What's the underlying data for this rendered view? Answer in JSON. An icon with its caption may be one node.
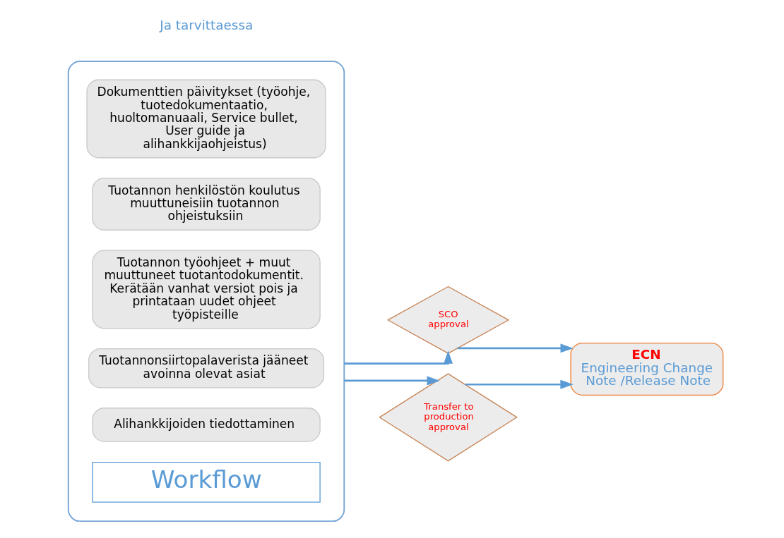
{
  "diagram": {
    "nodes": [
      {
        "text": [],
        "shape": "box"
      },
      {
        "text": [
          "Dokumenttien päivitykset (työohje, tuotedokumentaatio, huoltomanuaali, Service bullet, User guide ja alihankkijaohjeistus)"
        ],
        "in": 0
      },
      {
        "text": [
          "Tuotannon henkilöstön koulutus muuttuneisiin tuotannon ohjeistuksiin"
        ],
        "in": 0
      },
      {
        "text": [
          "Tuotannon työohjeet + muut muuttuneet tuotantodokumentit. Kerätään vanhat versiot pois ja printataan uudet ohjeet työpisteille"
        ],
        "in": 0
      },
      {
        "text": [
          "Tuotannonsiirtopalaverista jääneet avoinna olevat asiat"
        ],
        "in": 0
      },
      {
        "text": [
          "Alihankkijoiden tiedottaminen"
        ],
        "in": 0
      },
      {
        "text": [
          "Workflow"
        ],
        "in": 0
      },
      {
        "text": [
          "SCO approval"
        ]
      },
      {
        "text": [
          "Transfer to production approval"
        ]
      },
      {
        "text": [
          "ECN",
          "Engineering Change Note /Release Note"
        ]
      }
    ],
    "edges": [
      {
        "from": 0,
        "to": 7,
        "arrow": "to"
      },
      {
        "from": 0,
        "to": 8,
        "arrow": "to"
      },
      {
        "from": 7,
        "to": 9,
        "arrow": "to"
      },
      {
        "from": 8,
        "to": 9,
        "arrow": "to"
      }
    ],
    "labels": [
      "Ja tarvittaessa"
    ]
  }
}
